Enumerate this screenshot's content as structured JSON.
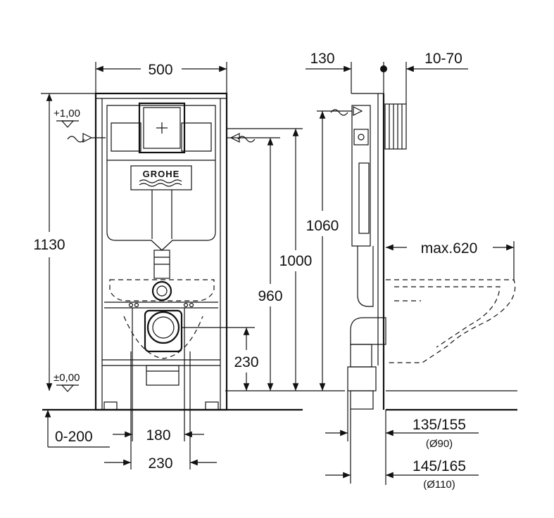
{
  "brand": "GROHE",
  "levels": {
    "top": "+1,00",
    "floor": "±0,00"
  },
  "front": {
    "width": "500",
    "height": "1130",
    "water_inlet": "1000",
    "actuator": "960",
    "drain": "230",
    "foot_adjust": "0-200",
    "bolt_spacing": "180",
    "drain_width": "230"
  },
  "side": {
    "top_offset": "130",
    "wall_range": "10-70",
    "total": "1060",
    "max_projection": "max.620",
    "drain_a": "135/155",
    "drain_a_dia": "(Ø90)",
    "drain_b": "145/165",
    "drain_b_dia": "(Ø110)"
  },
  "colors": {
    "line": "#111111",
    "background": "#ffffff"
  }
}
